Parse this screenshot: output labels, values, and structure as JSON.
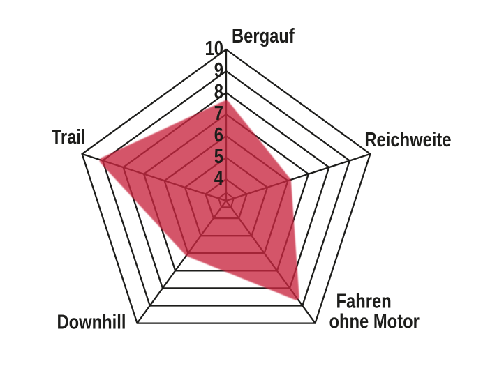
{
  "page": {
    "background_color": "#ffffff"
  },
  "chart_data": {
    "type": "radar",
    "shape": "pentagon",
    "axes": [
      {
        "label": "Bergauf",
        "value": 7.5
      },
      {
        "label": "Reichweite",
        "value": 6
      },
      {
        "label": "Fahren ohne Motor",
        "label_lines": [
          "Fahren",
          "ohne Motor"
        ],
        "value": 8.5
      },
      {
        "label": "Downhill",
        "value": 6
      },
      {
        "label": "Trail",
        "value": 9
      }
    ],
    "scale": {
      "min": 3,
      "max": 10,
      "tick_labels": [
        "10",
        "9",
        "8",
        "7",
        "6",
        "5",
        "4"
      ]
    },
    "grid": "on",
    "legend": "none",
    "colors": {
      "fill": "#c92740",
      "fill_opacity": 0.78,
      "grid": "#1d1d1b",
      "text": "#1d1d1b"
    }
  }
}
